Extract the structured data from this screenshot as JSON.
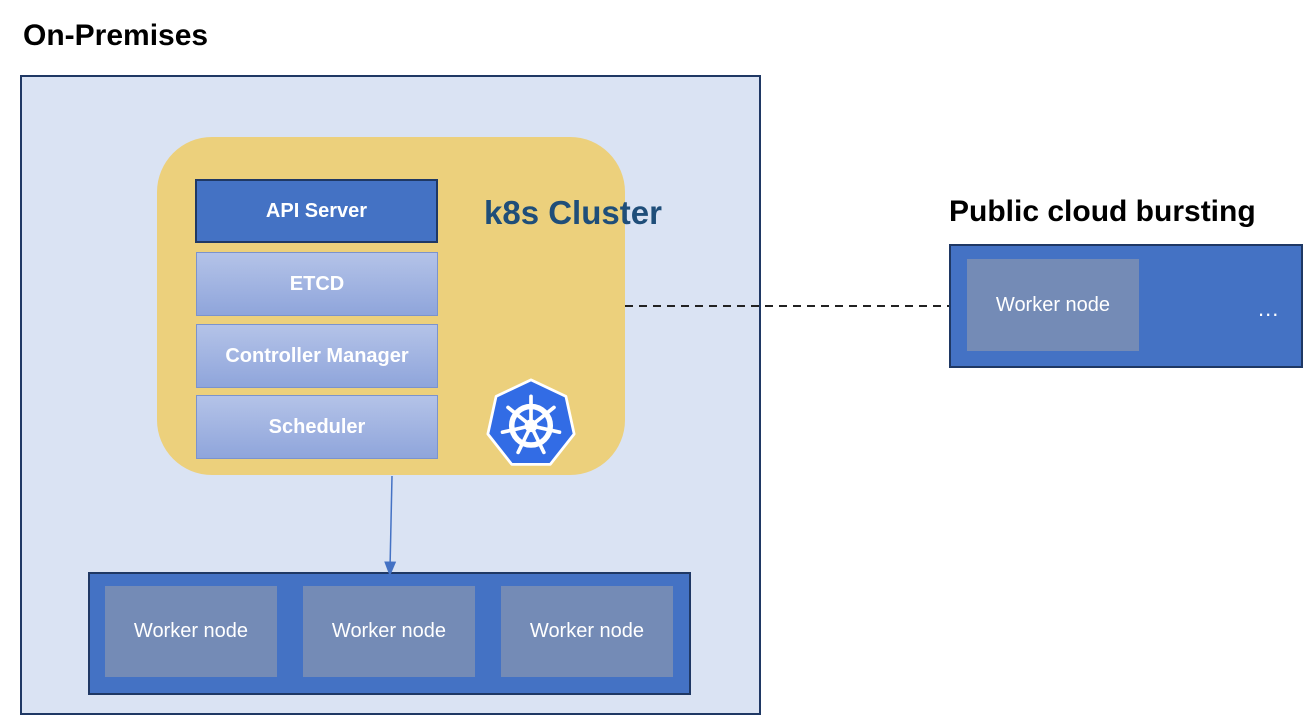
{
  "onprem": {
    "title": "On-Premises",
    "cluster": {
      "title": "k8s Cluster",
      "control_plane": {
        "api_server": "API Server",
        "etcd": "ETCD",
        "controller_manager": "Controller Manager",
        "scheduler": "Scheduler"
      },
      "logo_icon": "kubernetes-helm-logo"
    },
    "workers": [
      {
        "label": "Worker node"
      },
      {
        "label": "Worker node"
      },
      {
        "label": "Worker node"
      }
    ]
  },
  "cloud": {
    "title": "Public cloud bursting",
    "workers": [
      {
        "label": "Worker node"
      }
    ],
    "more": "..."
  },
  "colors": {
    "onprem_bg": "#dae3f3",
    "border_dark": "#1f3864",
    "cluster_bg": "#ecd07c",
    "cluster_title": "#1f4e79",
    "primary_blue": "#4472c4",
    "worker_node": "#748bb6",
    "logo_blue": "#326ce5"
  }
}
